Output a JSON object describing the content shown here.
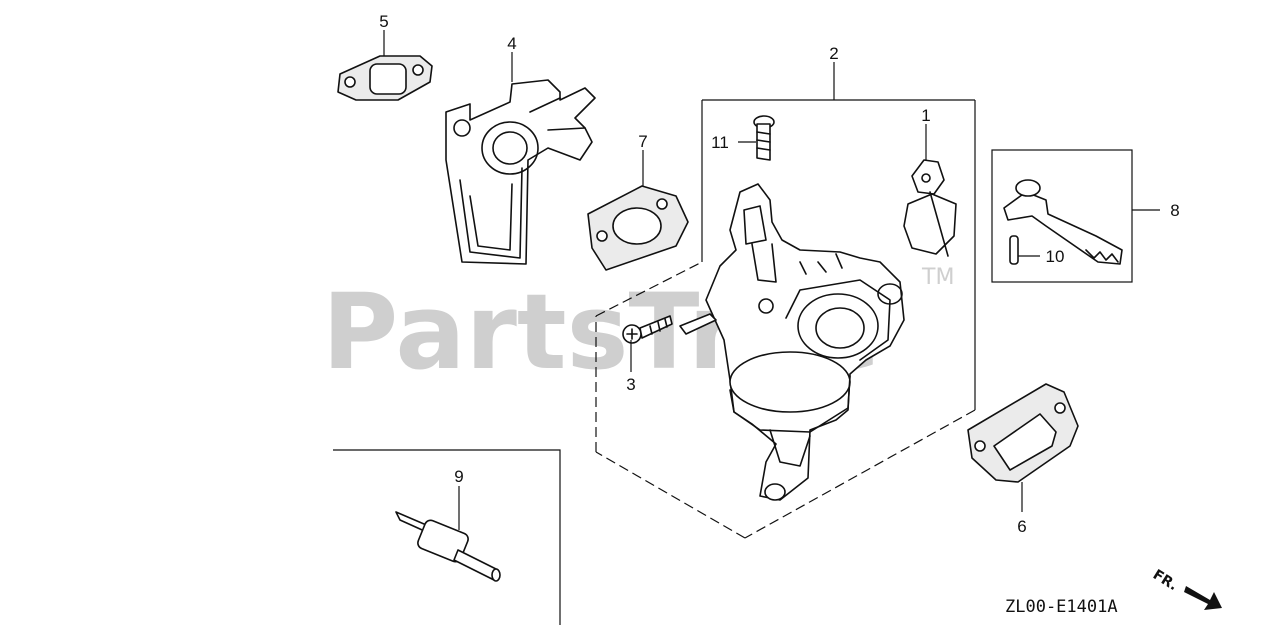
{
  "watermark": {
    "text": "PartsTree",
    "trademark": "TM"
  },
  "drawing_code": "ZL00-E1401A",
  "front_indicator": "FR.",
  "callouts": [
    {
      "id": "part-1",
      "number": "1"
    },
    {
      "id": "part-2",
      "number": "2"
    },
    {
      "id": "part-3",
      "number": "3"
    },
    {
      "id": "part-4",
      "number": "4"
    },
    {
      "id": "part-5",
      "number": "5"
    },
    {
      "id": "part-6",
      "number": "6"
    },
    {
      "id": "part-7",
      "number": "7"
    },
    {
      "id": "part-8",
      "number": "8"
    },
    {
      "id": "part-9",
      "number": "9"
    },
    {
      "id": "part-10",
      "number": "10"
    },
    {
      "id": "part-11",
      "number": "11"
    }
  ]
}
